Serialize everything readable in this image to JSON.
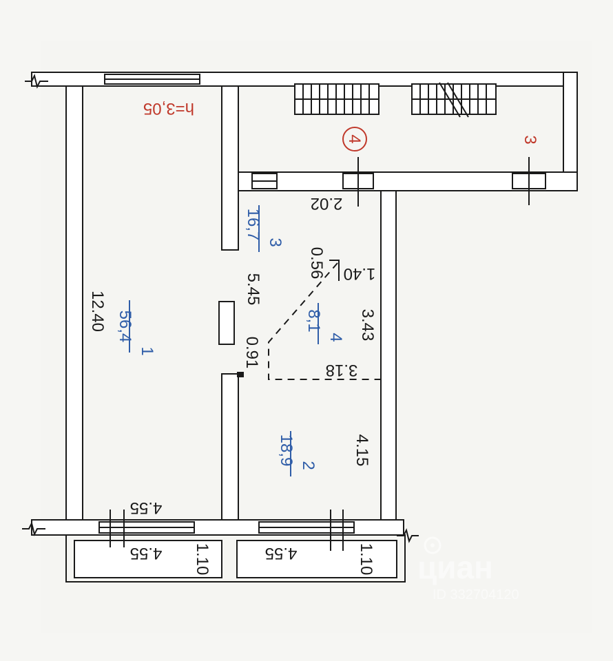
{
  "floor_plan": {
    "ceiling_height": "h=3,05",
    "rooms": [
      {
        "number": "1",
        "area": "56,4"
      },
      {
        "number": "2",
        "area": "18,9"
      },
      {
        "number": "3",
        "area": "16,7"
      },
      {
        "number": "4",
        "area": "8,1"
      }
    ],
    "stair_marker": "4",
    "stair_side_label": "3",
    "dimensions": {
      "d_12_40": "12.40",
      "d_5_45": "5.45",
      "d_4_55_room1": "4.55",
      "d_4_55_balcony_left": "4.55",
      "d_4_55_balcony_right": "4.55",
      "d_1_10_left": "1.10",
      "d_1_10_right": "1.10",
      "d_2_02": "2.02",
      "d_0_56": "0.56",
      "d_1_40": "1.40",
      "d_3_43": "3.43",
      "d_0_91": "0.91",
      "d_3_18": "3.18",
      "d_4_15": "4.15"
    }
  },
  "watermark": {
    "brand": "циан",
    "id_text": "ID 332704120"
  },
  "colors": {
    "line": "#1a1a1a",
    "area_text": "#2f5da8",
    "accent_red": "#c0392b"
  }
}
